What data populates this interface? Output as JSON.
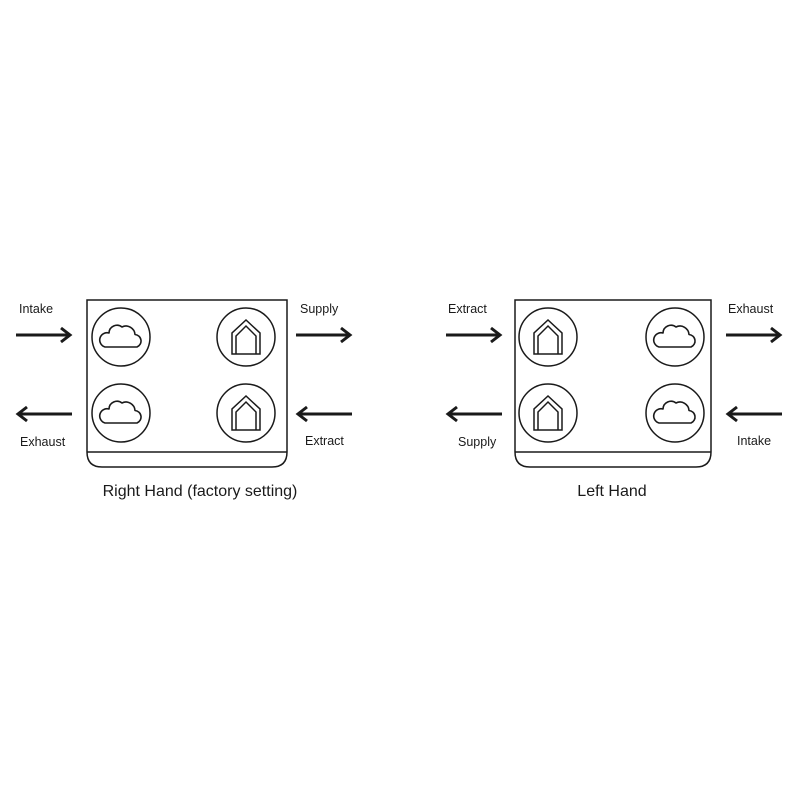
{
  "right_hand": {
    "caption": "Right Hand (factory setting)",
    "labels": {
      "intake": "Intake",
      "exhaust": "Exhaust",
      "supply": "Supply",
      "extract": "Extract"
    },
    "ports": {
      "top_left": "cloud-icon",
      "top_right": "house-icon",
      "bottom_left": "cloud-icon",
      "bottom_right": "house-icon"
    }
  },
  "left_hand": {
    "caption": "Left Hand",
    "labels": {
      "extract": "Extract",
      "supply": "Supply",
      "exhaust": "Exhaust",
      "intake": "Intake"
    },
    "ports": {
      "top_left": "house-icon",
      "top_right": "cloud-icon",
      "bottom_left": "house-icon",
      "bottom_right": "cloud-icon"
    }
  }
}
